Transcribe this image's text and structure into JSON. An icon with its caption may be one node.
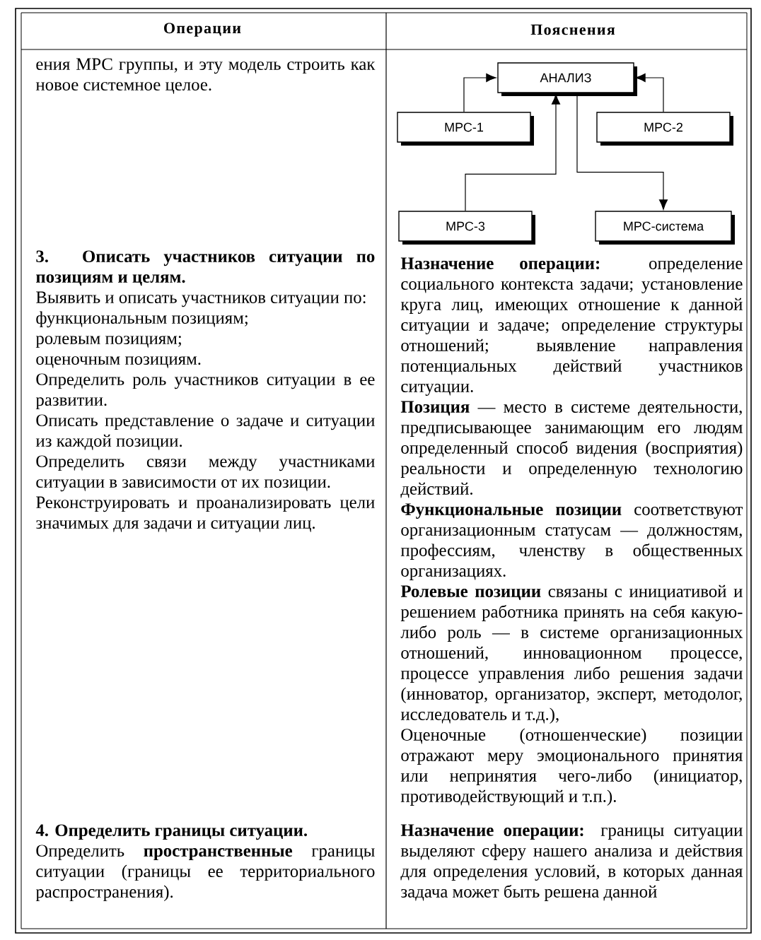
{
  "diagram": {
    "nodes": [
      {
        "text": [
          "АНАЛИЗ"
        ]
      },
      {
        "text": [
          "МРС-1"
        ]
      },
      {
        "text": [
          "МРС-2"
        ]
      },
      {
        "text": [
          "МРС-3"
        ]
      },
      {
        "text": [
          "МРС-система"
        ]
      }
    ],
    "edges": [
      {
        "from": 1,
        "to": 0,
        "arrow": "to"
      },
      {
        "from": 2,
        "to": 0,
        "arrow": "to"
      },
      {
        "from": 3,
        "to": 0,
        "arrow": "to"
      },
      {
        "from": 0,
        "to": 4,
        "arrow": "to"
      }
    ],
    "labels": [
      "Операции",
      "Пояснения",
      "ения МРС группы, и эту модель строить как новое системное целое.",
      "3. Описать участников ситуации по позициям и целям.",
      "Выявить и описать участников ситуации по:",
      "функциональным позициям;",
      "ролевым позициям;",
      "оценочным позициям.",
      "Определить роль участников ситуации в ее развитии.",
      "Описать представление о задаче и ситуации из каждой позиции.",
      "Определить связи между участниками ситуации в зависимости от их позиции.",
      "Реконструировать и проанализировать цели значимых для задачи и ситуации лиц.",
      "**Назначение операции:** определение социального контекста задачи; установление круга лиц, имеющих отношение к данной ситуации и задаче; определение структуры отношений; выявление направления потенциальных действий участников ситуации.",
      "**Позиция** — место в системе деятельности, предписывающее занимающим его людям определенный способ видения (восприятия) реальности и определенную технологию действий.",
      "**Функциональные позиции** соответствуют организационным статусам — должностям, профессиям, членству в общественных организациях.",
      "**Ролевые позиции** связаны с инициативой и решением работника принять на себя какую-либо роль — в системе организационных отношений, инновационном процессе, процессе управления либо решения задачи (инноватор, организатор, эксперт, методолог, исследователь и т.д.),",
      "Оценочные (отношенческие) позиции отражают меру эмоционального принятия или непринятия чего-либо (инициатор, противодействующий и т.п.).",
      "4. Определить границы ситуации.",
      "Определить **пространственные** границы ситуации (границы ее территориального распространения).",
      "**Назначение операции:** границы ситуации выделяют сферу нашего анализа и действия для определения условий, в которых данная задача может быть решена данной"
    ]
  }
}
